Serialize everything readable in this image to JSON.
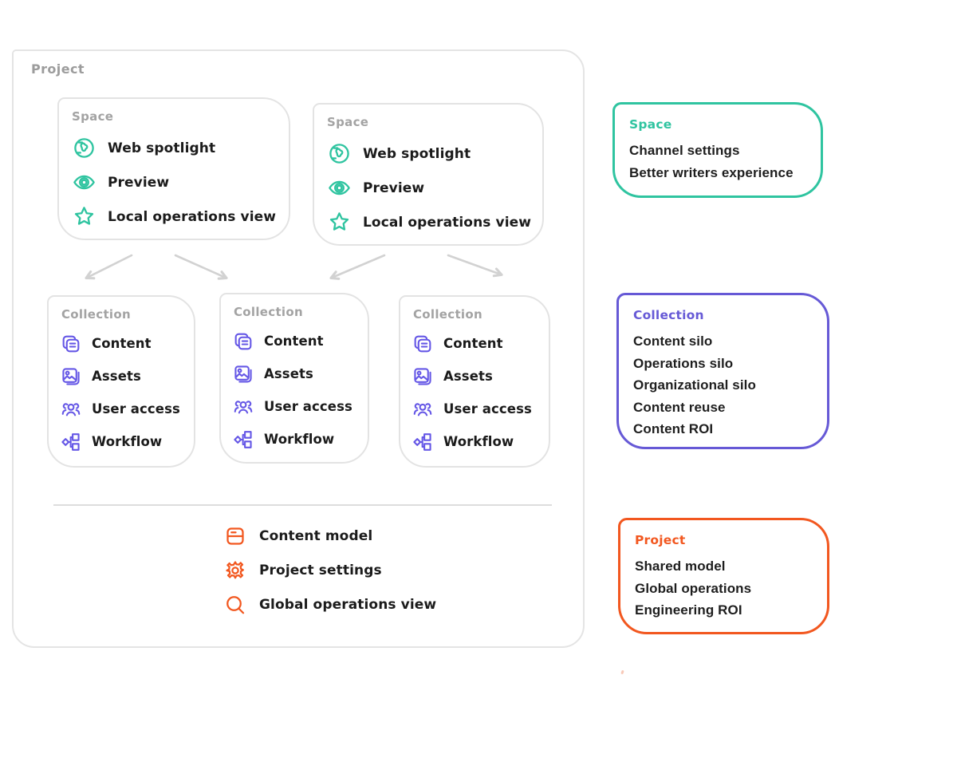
{
  "colors": {
    "teal": "#2FC4A0",
    "purple": "#6659D6",
    "purple_icon": "#6557E6",
    "orange": "#F2571F",
    "gray_border": "#E3E3E3",
    "gray_label": "#A3A3A3",
    "arrow_gray": "#D2D2D2",
    "text": "#1B1B1B"
  },
  "project_container": {
    "label": "Project"
  },
  "spaces": [
    {
      "label": "Space",
      "items": [
        {
          "icon": "globe-icon",
          "label": "Web spotlight"
        },
        {
          "icon": "eye-icon",
          "label": "Preview"
        },
        {
          "icon": "star-icon",
          "label": "Local operations view"
        }
      ]
    },
    {
      "label": "Space",
      "items": [
        {
          "icon": "globe-icon",
          "label": "Web spotlight"
        },
        {
          "icon": "eye-icon",
          "label": "Preview"
        },
        {
          "icon": "star-icon",
          "label": "Local operations view"
        }
      ]
    }
  ],
  "collections": [
    {
      "label": "Collection",
      "items": [
        {
          "icon": "content-icon",
          "label": "Content"
        },
        {
          "icon": "assets-icon",
          "label": "Assets"
        },
        {
          "icon": "users-icon",
          "label": "User access"
        },
        {
          "icon": "workflow-icon",
          "label": "Workflow"
        }
      ]
    },
    {
      "label": "Collection",
      "items": [
        {
          "icon": "content-icon",
          "label": "Content"
        },
        {
          "icon": "assets-icon",
          "label": "Assets"
        },
        {
          "icon": "users-icon",
          "label": "User access"
        },
        {
          "icon": "workflow-icon",
          "label": "Workflow"
        }
      ]
    },
    {
      "label": "Collection",
      "items": [
        {
          "icon": "content-icon",
          "label": "Content"
        },
        {
          "icon": "assets-icon",
          "label": "Assets"
        },
        {
          "icon": "users-icon",
          "label": "User access"
        },
        {
          "icon": "workflow-icon",
          "label": "Workflow"
        }
      ]
    }
  ],
  "project_items": [
    {
      "icon": "content-model-icon",
      "label": "Content model"
    },
    {
      "icon": "gear-icon",
      "label": "Project settings"
    },
    {
      "icon": "search-icon",
      "label": "Global operations view"
    }
  ],
  "annotations": {
    "space": {
      "title": "Space",
      "lines": [
        "Channel settings",
        "Better writers experience"
      ]
    },
    "collection": {
      "title": "Collection",
      "lines": [
        "Content silo",
        "Operations silo",
        "Organizational silo",
        "Content reuse",
        "Content ROI"
      ]
    },
    "project": {
      "title": "Project",
      "lines": [
        "Shared model",
        "Global operations",
        "Engineering ROI"
      ]
    }
  }
}
